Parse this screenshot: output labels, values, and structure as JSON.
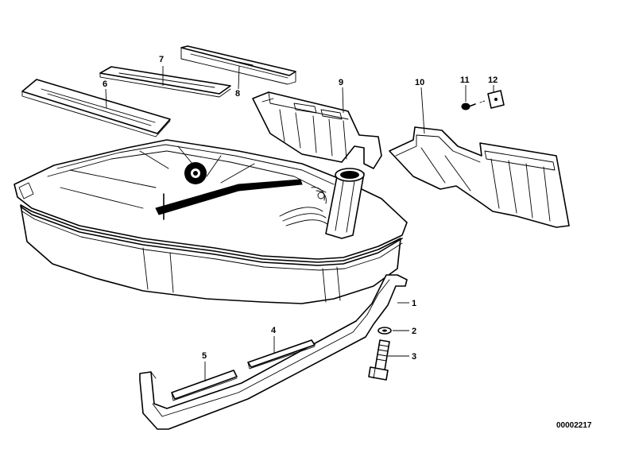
{
  "diagram": {
    "callouts": {
      "c1": "1",
      "c2": "2",
      "c3": "3",
      "c4": "4",
      "c5": "5",
      "c6": "6",
      "c7": "7",
      "c8": "8",
      "c9": "9",
      "c10": "10",
      "c11": "11",
      "c12": "12"
    },
    "reference_number": "00002217"
  }
}
